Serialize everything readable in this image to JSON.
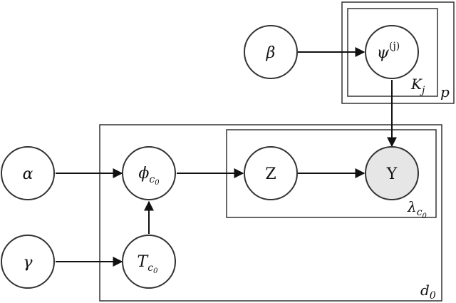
{
  "nodes": {
    "beta": {
      "symbol": "β"
    },
    "psi": {
      "symbol": "ψ",
      "sup": "(j)"
    },
    "alpha": {
      "symbol": "α"
    },
    "phi": {
      "symbol": "ϕ",
      "sub": "c",
      "subsub": "0"
    },
    "z": {
      "symbol": "Z"
    },
    "y": {
      "symbol": "Y"
    },
    "gamma": {
      "symbol": "γ"
    },
    "t": {
      "symbol": "T",
      "sub": "c",
      "subsub": "0"
    }
  },
  "plates": {
    "k": {
      "label": "K",
      "sub": "j"
    },
    "p": {
      "label": "p"
    },
    "lambda": {
      "label": "λ",
      "sub": "c",
      "subsub": "0"
    },
    "d": {
      "label": "d",
      "sub": "0"
    }
  },
  "colors": {
    "observed_fill": "#e6e6e6",
    "stroke": "#333333"
  }
}
